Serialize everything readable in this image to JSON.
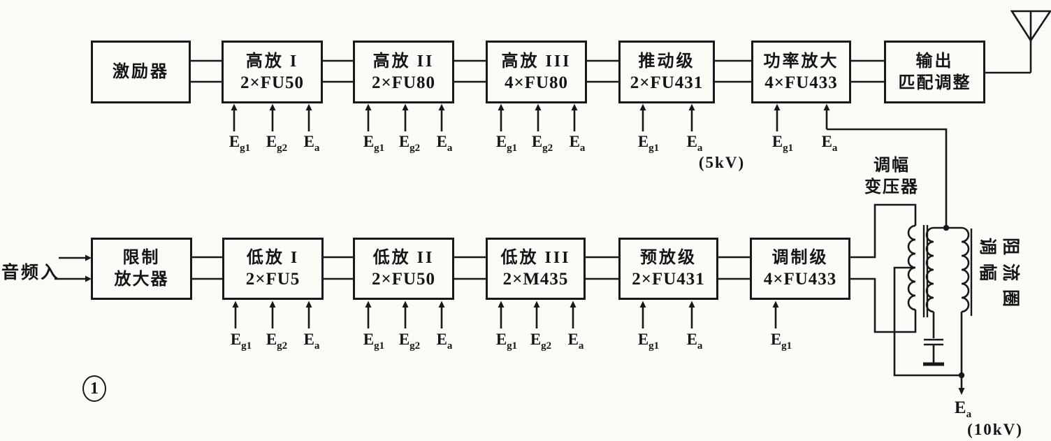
{
  "figure": {
    "number": "1"
  },
  "input": {
    "label": "音频入"
  },
  "rf_chain": {
    "blocks": [
      {
        "line1": "激励器",
        "line2": ""
      },
      {
        "line1": "高放 I",
        "line2": "2×FU50",
        "supplies": [
          {
            "main": "E",
            "sub": "g1"
          },
          {
            "main": "E",
            "sub": "g2"
          },
          {
            "main": "E",
            "sub": "a"
          }
        ]
      },
      {
        "line1": "高放 II",
        "line2": "2×FU80",
        "supplies": [
          {
            "main": "E",
            "sub": "g1"
          },
          {
            "main": "E",
            "sub": "g2"
          },
          {
            "main": "E",
            "sub": "a"
          }
        ]
      },
      {
        "line1": "高放 III",
        "line2": "4×FU80",
        "supplies": [
          {
            "main": "E",
            "sub": "g1"
          },
          {
            "main": "E",
            "sub": "g2"
          },
          {
            "main": "E",
            "sub": "a"
          }
        ]
      },
      {
        "line1": "推动级",
        "line2": "2×FU431",
        "supplies": [
          {
            "main": "E",
            "sub": "g1"
          },
          {
            "main": "E",
            "sub": "a"
          }
        ],
        "note": "(5kV)"
      },
      {
        "line1": "功率放大",
        "line2": "4×FU433",
        "supplies": [
          {
            "main": "E",
            "sub": "g1"
          },
          {
            "main": "E",
            "sub": "a"
          }
        ]
      },
      {
        "line1": "输出",
        "line2": "匹配调整"
      }
    ]
  },
  "af_chain": {
    "blocks": [
      {
        "line1": "限制",
        "line2": "放大器"
      },
      {
        "line1": "低放 I",
        "line2": "2×FU5",
        "supplies": [
          {
            "main": "E",
            "sub": "g1"
          },
          {
            "main": "E",
            "sub": "g2"
          },
          {
            "main": "E",
            "sub": "a"
          }
        ]
      },
      {
        "line1": "低放 II",
        "line2": "2×FU50",
        "supplies": [
          {
            "main": "E",
            "sub": "g1"
          },
          {
            "main": "E",
            "sub": "g2"
          },
          {
            "main": "E",
            "sub": "a"
          }
        ]
      },
      {
        "line1": "低放 III",
        "line2": "2×M435",
        "supplies": [
          {
            "main": "E",
            "sub": "g1"
          },
          {
            "main": "E",
            "sub": "g2"
          },
          {
            "main": "E",
            "sub": "a"
          }
        ]
      },
      {
        "line1": "预放级",
        "line2": "2×FU431",
        "supplies": [
          {
            "main": "E",
            "sub": "g1"
          },
          {
            "main": "E",
            "sub": "a"
          }
        ]
      },
      {
        "line1": "调制级",
        "line2": "4×FU433",
        "supplies": [
          {
            "main": "E",
            "sub": "g1"
          }
        ]
      }
    ]
  },
  "modulation": {
    "transformer_label_line1": "调幅",
    "transformer_label_line2": "变压器",
    "choke_label_line1": "调幅",
    "choke_label_line2": "阻流圈",
    "plate_supply": {
      "main": "E",
      "sub": "a",
      "note": "(10kV)"
    }
  }
}
